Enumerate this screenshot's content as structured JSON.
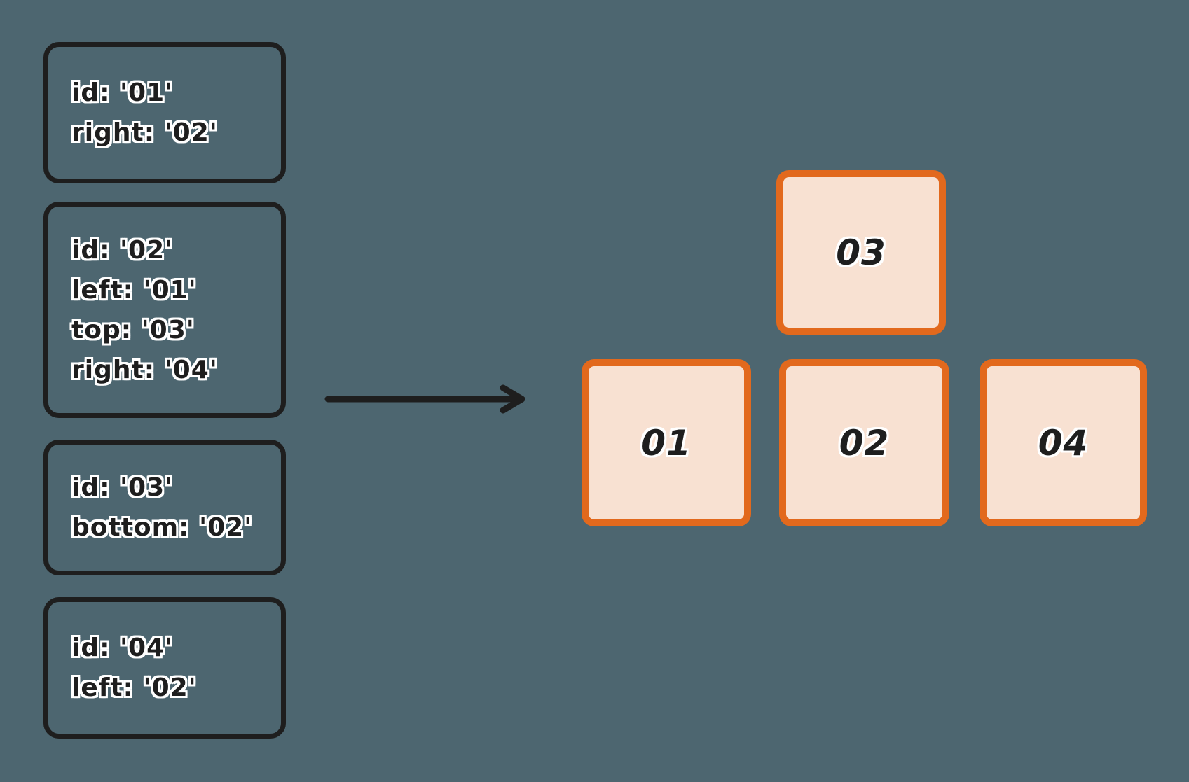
{
  "diagram": {
    "background_color": "#4d6670",
    "ink_color": "#1e1e1e",
    "accent_border_color": "#e2691d",
    "accent_fill_color": "#f8e1d2",
    "definition_boxes": [
      {
        "lines": [
          "id: '01'",
          "right: '02'"
        ]
      },
      {
        "lines": [
          "id: '02'",
          "left: '01'",
          "top: '03'",
          "right: '04'"
        ]
      },
      {
        "lines": [
          "id: '03'",
          "bottom: '02'"
        ]
      },
      {
        "lines": [
          "id: '04'",
          "left: '02'"
        ]
      }
    ],
    "result_boxes": [
      {
        "label": "03"
      },
      {
        "label": "01"
      },
      {
        "label": "02"
      },
      {
        "label": "04"
      }
    ]
  }
}
